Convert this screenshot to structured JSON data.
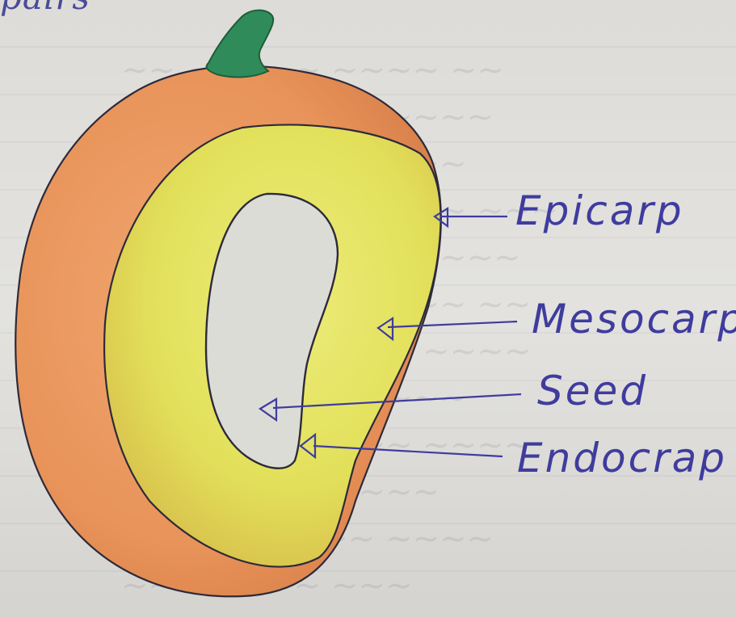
{
  "top_word": "pairs",
  "labels": {
    "epicarp": "Epicarp",
    "mesocarp": "Mesocarp",
    "seed": "Seed",
    "endocarp": "Endocrap"
  },
  "colors": {
    "epicarp": "#e8935a",
    "mesocarp": "#e2e05a",
    "seed": "#dcdcd6",
    "stalk": "#2f8c5a",
    "ink": "#3f3c9e",
    "outline": "#2d2a3a"
  }
}
